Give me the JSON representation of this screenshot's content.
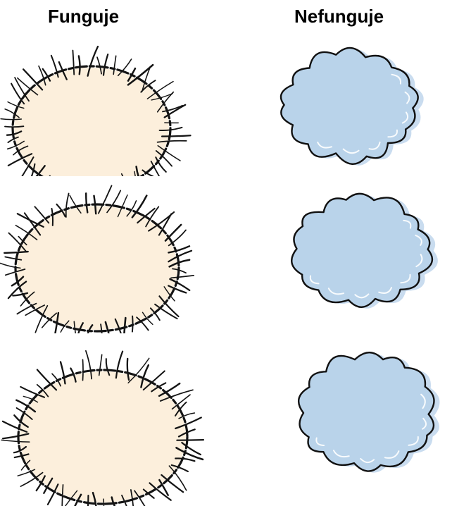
{
  "headings": {
    "left": "Funguje",
    "right": "Nefunguje"
  },
  "columns": {
    "left": {
      "shape": "spiky-oval",
      "count": 3,
      "fill_color": "#fcefdc",
      "stroke_color": "#141414"
    },
    "right": {
      "shape": "cloud",
      "count": 3,
      "fill_color": "#b9d3ea",
      "stroke_color": "#111111"
    }
  }
}
